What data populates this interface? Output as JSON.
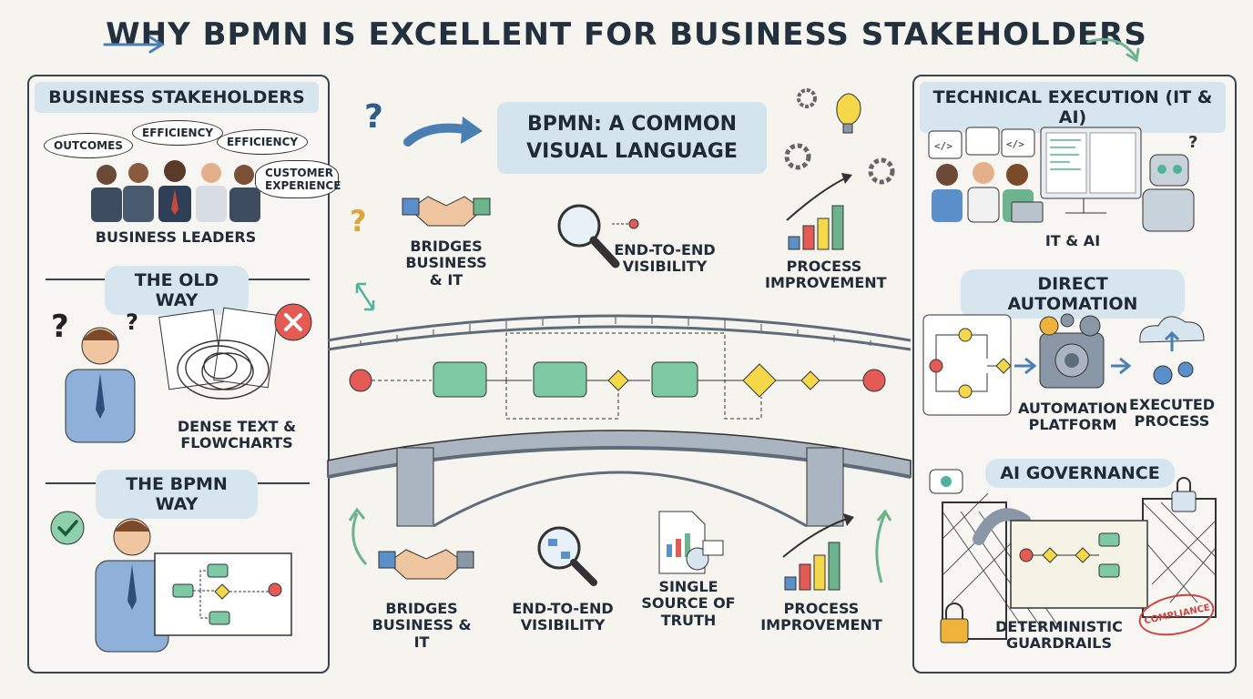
{
  "title": "WHY BPMN IS EXCELLENT FOR BUSINESS STAKEHOLDERS",
  "colors": {
    "accent": "#d7e6ee",
    "green": "#7cc9a4",
    "red": "#e45a54",
    "yellow": "#f5d84a",
    "blue": "#5b8fc9"
  },
  "left": {
    "header": "BUSINESS STAKEHOLDERS",
    "bubbles": [
      "OUTCOMES",
      "EFFICIENCY",
      "EFFICIENCY",
      "CUSTOMER EXPERIENCE"
    ],
    "leaders_label": "BUSINESS LEADERS",
    "old_way": "THE OLD WAY",
    "dense_label": "DENSE TEXT &\nFLOWCHARTS",
    "bpmn_way": "THE BPMN WAY"
  },
  "center": {
    "title": "BPMN: A COMMON\nVISUAL LANGUAGE",
    "top_labels": [
      "BRIDGES\nBUSINESS\n& IT",
      "END-TO-END\nVISIBILITY",
      "PROCESS\nIMPROVEMENT"
    ],
    "bottom_labels": [
      "BRIDGES\nBUSINESS & IT",
      "END-TO-END\nVISIBILITY",
      "SINGLE\nSOURCE OF\nTRUTH",
      "PROCESS\nIMPROVEMENT"
    ]
  },
  "right": {
    "header": "TECHNICAL EXECUTION (IT & AI)",
    "it_ai_label": "IT & AI",
    "direct_automation": "DIRECT AUTOMATION",
    "automation_platform": "AUTOMATION\nPLATFORM",
    "executed_process": "EXECUTED\nPROCESS",
    "ai_governance": "AI GOVERNANCE",
    "guardrails": "DETERMINISTIC\nGUARDRAILS",
    "stamp": "COMPLIANCE"
  }
}
